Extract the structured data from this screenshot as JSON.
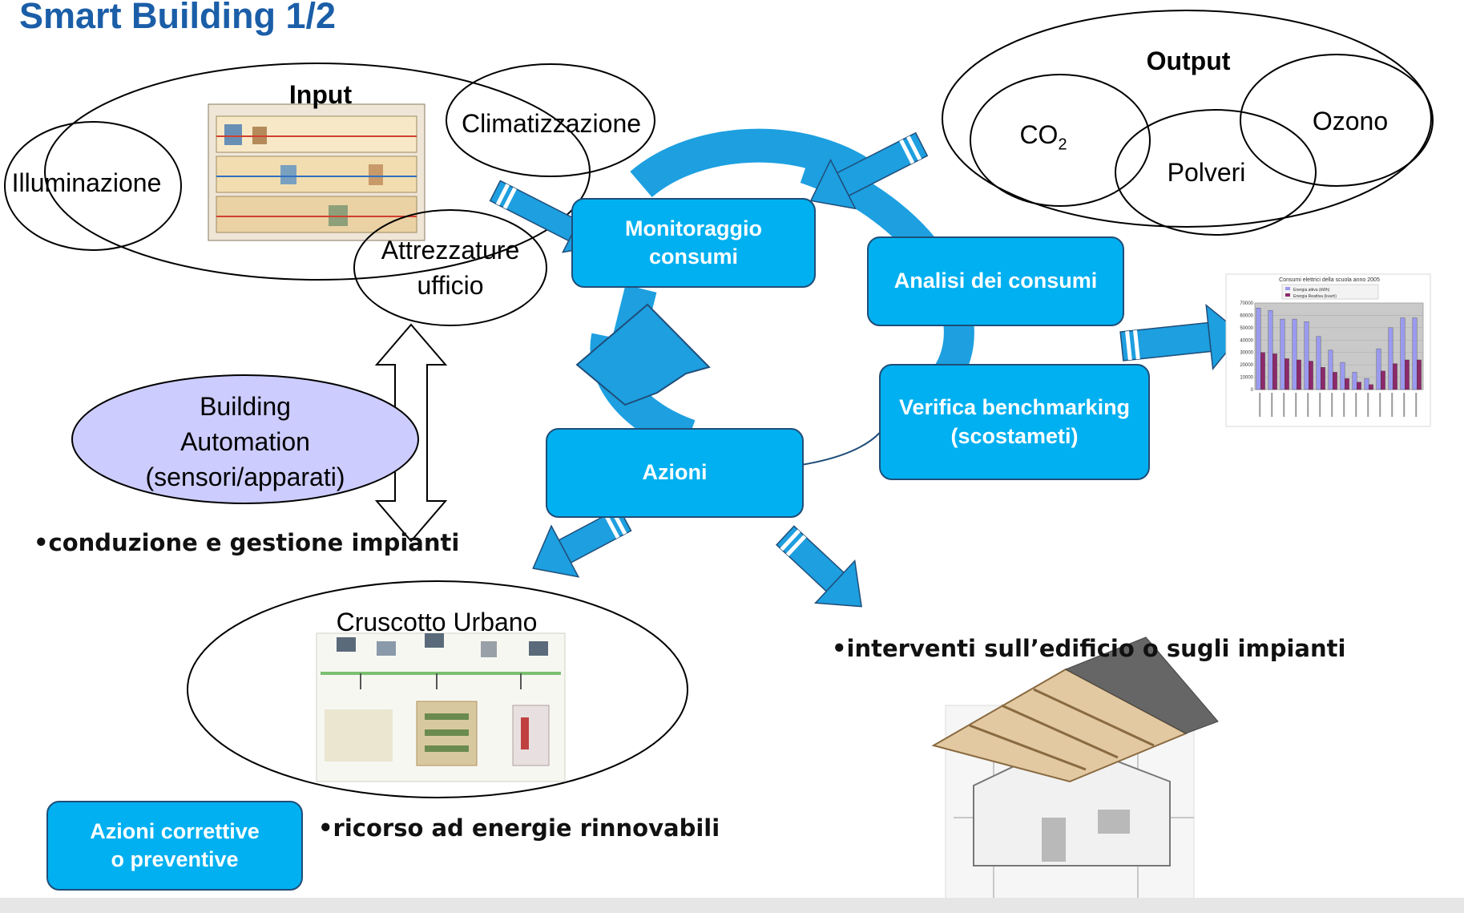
{
  "title": "Smart Building 1/2",
  "input": {
    "label": "Input",
    "items": [
      "Illuminazione",
      "Climatizzazione",
      "Attrezzature",
      "ufficio"
    ]
  },
  "output": {
    "label": "Output",
    "co2_base": "CO",
    "co2_sub": "2",
    "items": [
      "Ozono",
      "Polveri"
    ]
  },
  "cycle": {
    "monitoraggio": [
      "Monitoraggio",
      "consumi"
    ],
    "analisi": "Analisi dei consumi",
    "verifica": [
      "Verifica benchmarking",
      "(scostameti)"
    ],
    "azioni": "Azioni"
  },
  "building_automation": [
    "Building",
    "Automation",
    "(sensori/apparati)"
  ],
  "bullets": {
    "conduzione": "•conduzione e gestione impianti",
    "interventi": "•interventi sull’edificio o sugli impianti",
    "ricorso": "•ricorso ad energie rinnovabili"
  },
  "cruscotto": "Cruscotto Urbano",
  "legend_box": [
    "Azioni correttive",
    "o preventive"
  ],
  "thumbnail_chart": {
    "title": "Consumi elettrici della scuola anno 2005",
    "legend": [
      "Energia attiva (kWh)",
      "Energia Reattiva (kvarh)"
    ]
  },
  "chart_data": {
    "type": "bar",
    "title": "Consumi elettrici della scuola anno 2005",
    "yticks": [
      "70000",
      "60000",
      "50000",
      "40000",
      "30000",
      "20000",
      "10000",
      "0"
    ],
    "ylim": [
      0,
      70000
    ],
    "series": [
      {
        "name": "Energia attiva (kWh)",
        "values": [
          66000,
          64000,
          57000,
          57000,
          55000,
          43000,
          32000,
          22000,
          14000,
          9000,
          33000,
          50000,
          58000,
          58000
        ]
      },
      {
        "name": "Energia Reattiva (kvarh)",
        "values": [
          30000,
          29000,
          25000,
          24000,
          23000,
          18000,
          14000,
          9000,
          6000,
          4000,
          15000,
          21000,
          24000,
          24000
        ]
      }
    ],
    "colors": [
      "#9a9af0",
      "#8c2a6a"
    ]
  },
  "colors": {
    "title": "#1b5ea8",
    "box": "#00b0f0",
    "box_border": "#1f4e79",
    "ellipse_fill": "#ccccff"
  }
}
